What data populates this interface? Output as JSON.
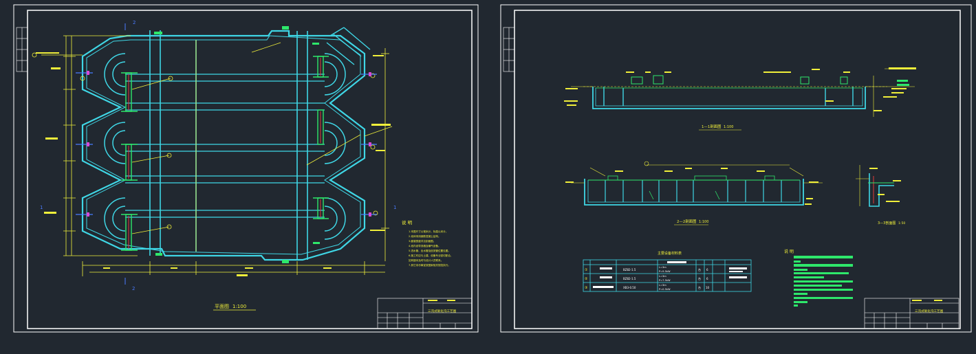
{
  "sheet1": {
    "grid_top": "2",
    "grid_bottom": "2",
    "grid_left": "1",
    "grid_right": "1",
    "plan_title": "平面图",
    "plan_scale": "1:100",
    "notes_heading": "说 明",
    "notes": [
      "1.本图尺寸以毫米计，标高以米计。",
      "2.池体采用钢筋混凝土结构。",
      "3.廊道宽度详见剖面图。",
      "4.池内设导流墙及曝气设备。",
      "5.进水管、出水管及回流管位置见图。",
      "6.施工时应与土建、设备专业密切配合，",
      "如有疑问及时与设计人员联系。",
      "7.其它未尽事宜按国家相关规范执行。"
    ],
    "title_block": "三沟式氧化沟工艺图"
  },
  "sheet2": {
    "section1_title": "1—1剖面图",
    "section1_scale": "1:100",
    "section2_title": "2—2剖面图",
    "section2_scale": "1:100",
    "section3_title": "3—3剖面图",
    "section3_scale": "1:50",
    "table_title": "主要设备材料表",
    "table_rows": [
      {
        "no": "①",
        "model": "BZ82-1.5",
        "spec1": "L=3m",
        "spec2": "P=9.5kW",
        "unit": "台",
        "qty": "6"
      },
      {
        "no": "②",
        "model": "BZ82-1.5",
        "spec1": "L=3m",
        "spec2": "P=7.5kW",
        "unit": "台",
        "qty": "6"
      },
      {
        "no": "③",
        "model": "XB3-0.50",
        "spec1": "L=3m",
        "spec2": "P=0.5kW",
        "unit": "台",
        "qty": "10"
      }
    ],
    "notes_heading": "说 明",
    "title_block": "三沟式氧化沟工艺图"
  }
}
